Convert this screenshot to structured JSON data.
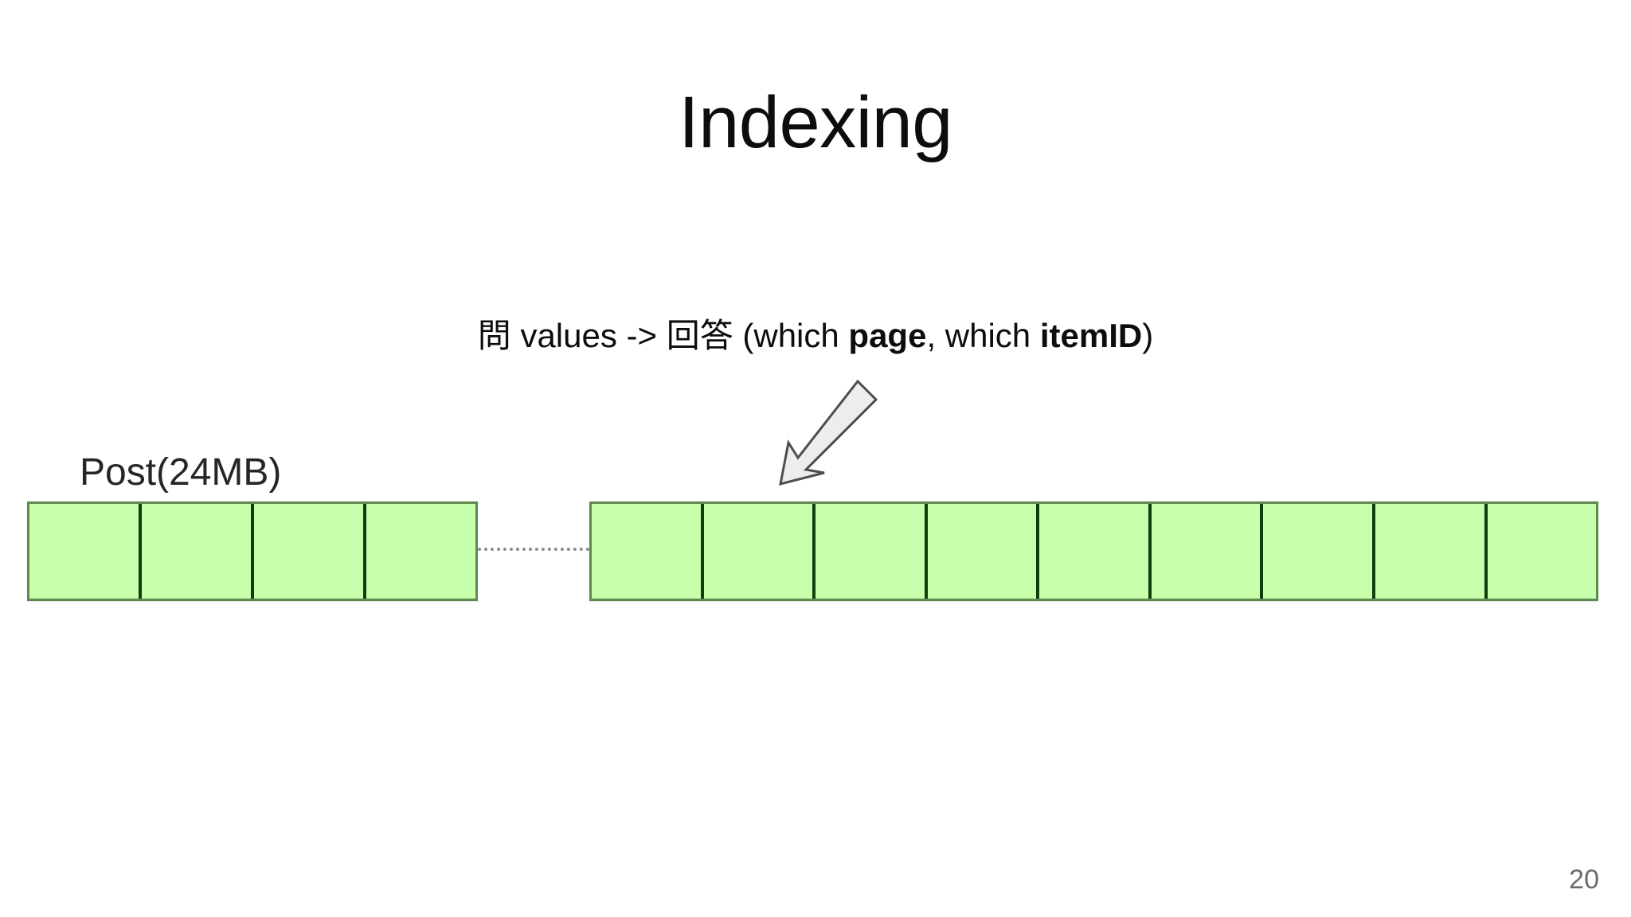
{
  "slide": {
    "title": "Indexing",
    "page_number": "20",
    "background_color": "#ffffff"
  },
  "subtitle": {
    "segment_1": "問 values -> 回答 (which ",
    "bold_1": "page",
    "segment_2": ", which ",
    "bold_2": "itemID",
    "segment_3": ")"
  },
  "diagram": {
    "post_label": "Post(24MB)",
    "left_strip": {
      "name": "post-cells",
      "cell_count": 4,
      "fill_color": "#c8ffad",
      "border_color": "#5f8a4e",
      "divider_color": "#113d0c"
    },
    "right_strip": {
      "name": "index-cells",
      "cell_count": 9,
      "fill_color": "#c8ffad",
      "border_color": "#5f8a4e",
      "divider_color": "#113d0c"
    },
    "connector": {
      "style": "dotted",
      "color": "#8c8c8c"
    },
    "arrow": {
      "icon": "arrow-down-left-icon",
      "direction": "down-left",
      "fill_color": "#ededed",
      "stroke_color": "#4d4d4d"
    }
  }
}
